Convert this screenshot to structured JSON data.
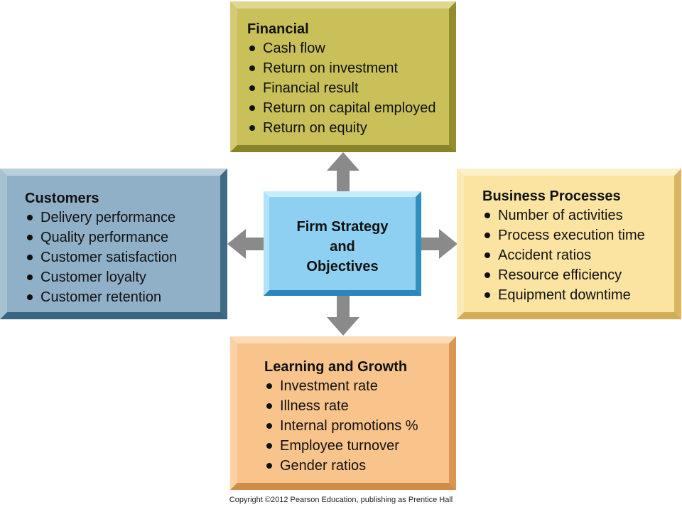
{
  "center": {
    "line1": "Firm Strategy",
    "line2": "and",
    "line3": "Objectives"
  },
  "financial": {
    "title": "Financial",
    "items": [
      "Cash flow",
      "Return on investment",
      "Financial result",
      "Return on capital employed",
      "Return on equity"
    ]
  },
  "customers": {
    "title": "Customers",
    "items": [
      "Delivery performance",
      "Quality performance",
      "Customer satisfaction",
      "Customer loyalty",
      "Customer retention"
    ]
  },
  "processes": {
    "title": "Business Processes",
    "items": [
      "Number of activities",
      "Process execution time",
      "Accident ratios",
      "Resource efficiency",
      "Equipment downtime"
    ]
  },
  "learning": {
    "title": "Learning and Growth",
    "items": [
      "Investment rate",
      "Illness rate",
      "Internal promotions %",
      "Employee turnover",
      "Gender ratios"
    ]
  },
  "colors": {
    "financial": "#c9c05a",
    "customers": "#8fb0c6",
    "processes": "#fbe3a1",
    "learning": "#f9c48c",
    "center": "#8ed0f1",
    "arrow": "#8a8a8a"
  },
  "footer": {
    "copyright": "Copyright ©2012 Pearson Education, publishing as Prentice Hall"
  }
}
